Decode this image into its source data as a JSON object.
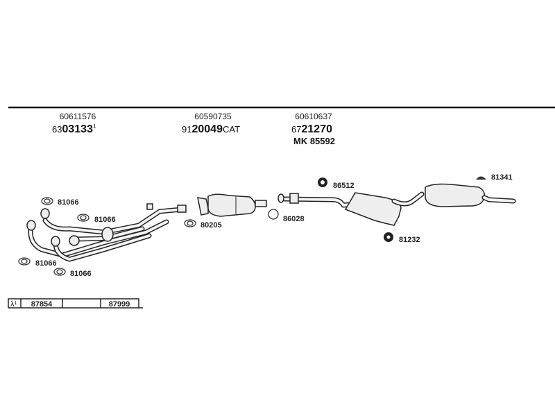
{
  "columns": [
    {
      "ref": "60611576",
      "prefix": "63",
      "part": "03133",
      "suffix": "1"
    },
    {
      "ref": "60590735",
      "prefix": "91",
      "part": "20049",
      "suffix": "CAT"
    },
    {
      "ref": "60610637",
      "prefix": "67",
      "part": "21270",
      "suffix": "",
      "extra": "MK 85592"
    }
  ],
  "parts": {
    "gasket_1": "81066",
    "gasket_2": "81066",
    "gasket_3": "81066",
    "gasket_4": "81066",
    "gasket_cat": "80205",
    "ring": "86028",
    "hanger_1": "86512",
    "hanger_2": "81232",
    "hanger_3": "81341"
  },
  "footer_table": {
    "lambda": "λ¹",
    "cell_1": "87854",
    "cell_2": "",
    "cell_3": "87999"
  }
}
